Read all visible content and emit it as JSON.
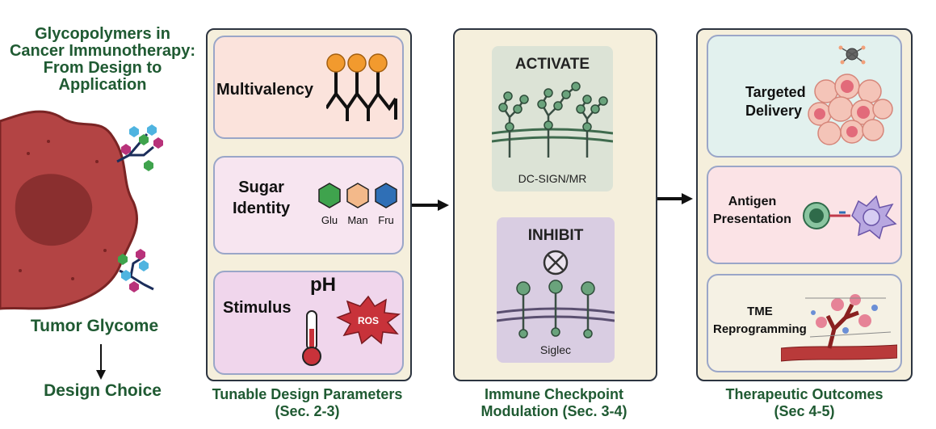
{
  "title": "Glycopolymers in Cancer Immunotherapy: From Design to Application",
  "left": {
    "tumor_label": "Tumor Glycome",
    "design_label": "Design Choice"
  },
  "panel1": {
    "caption_line1": "Tunable Design Parameters",
    "caption_line2": "(Sec. 2-3)",
    "multivalency": "Multivalency",
    "sugar_line1": "Sugar",
    "sugar_line2": "Identity",
    "sugars": [
      "Glu",
      "Man",
      "Fru"
    ],
    "stimulus": "Stimulus",
    "ph": "pH",
    "ros": "ROS"
  },
  "panel2": {
    "caption_line1": "Immune Checkpoint",
    "caption_line2": "Modulation (Sec. 3-4)",
    "activate": "ACTIVATE",
    "activate_receptor": "DC-SIGN/MR",
    "inhibit": "INHIBIT",
    "inhibit_receptor": "Siglec"
  },
  "panel3": {
    "caption_line1": "Therapeutic Outcomes",
    "caption_line2": "(Sec 4-5)",
    "targeted_line1": "Targeted",
    "targeted_line2": "Delivery",
    "antigen_line1": "Antigen",
    "antigen_line2": "Presentation",
    "tme_line1": "TME",
    "tme_line2": "Reprogramming"
  },
  "colors": {
    "title_green": "#1f5a32",
    "tumor_red": "#b34444",
    "panel_bg": "#f5efdc",
    "glu": "#3fa34d",
    "man": "#f3b98a",
    "fru": "#2f6fb6"
  }
}
